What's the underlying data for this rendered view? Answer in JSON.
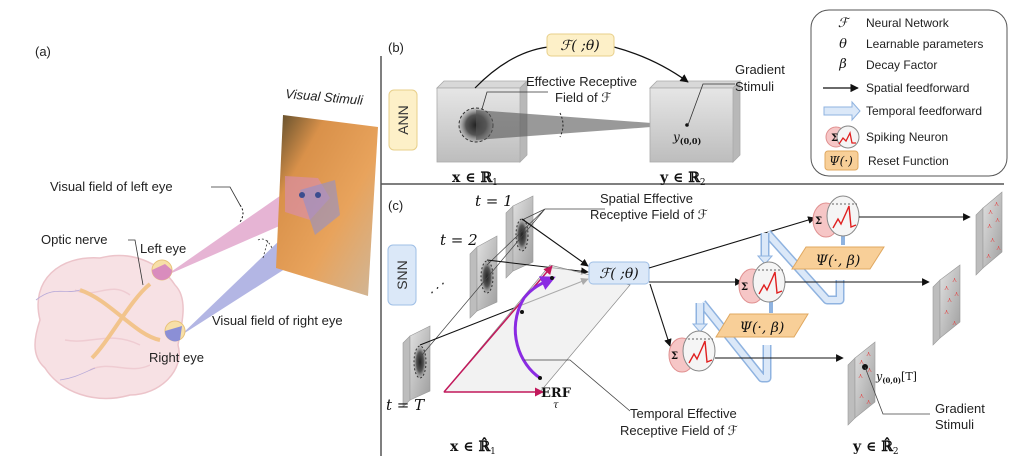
{
  "panels": {
    "a": {
      "label": "(a)",
      "visual_stimuli": "Visual Stimuli",
      "visual_field_left": "Visual field of left eye",
      "visual_field_right": "Visual field of right eye",
      "optic_nerve": "Optic nerve",
      "left_eye": "Left eye",
      "right_eye": "Right eye"
    },
    "b": {
      "label": "(b)",
      "row_tag": "ANN",
      "function": "ℱ( ;θ)",
      "erf_line1": "Effective Receptive",
      "erf_line2": "Field of ℱ",
      "gradient_line1": "Gradient",
      "gradient_line2": "Stimuli",
      "output_point": "y",
      "output_point_sub": "(0,0)",
      "input_space": "x ∈ ℝ",
      "input_space_sub": "1",
      "output_space": "y ∈ ℝ",
      "output_space_sub": "2"
    },
    "c": {
      "label": "(c)",
      "row_tag": "SNN",
      "t1": "t = 1",
      "t2": "t = 2",
      "tT": "t = T",
      "dots": "⋰",
      "function": "ℱ( ;θ)",
      "spatial_erf_line1": "Spatial Effective",
      "spatial_erf_line2": "Receptive Field of ℱ",
      "temporal_erf_line1": "Temporal Effective",
      "temporal_erf_line2": "Receptive Field of ℱ",
      "erf_label": "ERF",
      "erf_sub": "τ",
      "reset_fn": "Ψ(·, β)",
      "sigma": "Σ",
      "output_point": "y",
      "output_point_sub": "(0,0)",
      "output_point_suffix": "[T]",
      "gradient_line1": "Gradient",
      "gradient_line2": "Stimuli",
      "input_space": "x ∈ ℝ̂",
      "input_space_sub": "1",
      "output_space": "y ∈ ℝ̂",
      "output_space_sub": "2"
    }
  },
  "legend": {
    "items": [
      {
        "symbol": "ℱ",
        "label": "Neural Network"
      },
      {
        "symbol": "θ",
        "label": "Learnable parameters"
      },
      {
        "symbol": "β",
        "label": "Decay Factor"
      },
      {
        "symbol": "arrow-icon",
        "label": "Spatial feedforward"
      },
      {
        "symbol": "hollow-arrow-icon",
        "label": "Temporal feedforward"
      },
      {
        "symbol": "spiking-neuron-icon",
        "label": "Spiking Neuron"
      },
      {
        "symbol": "Ψ(·)",
        "label": "Reset Function"
      }
    ]
  },
  "colors": {
    "ann_tag": "#fdf0c8",
    "ann_tag_border": "#e8cf8a",
    "snn_tag": "#dbe8f8",
    "snn_tag_border": "#9fbfe6",
    "reset_fn": "#f8cf98",
    "reset_fn_border": "#e0a860",
    "left_field": "#d98cbd",
    "right_field": "#8b8fd6",
    "spike": "#e02020",
    "temporal_arrow": "#a9c7ef",
    "erf_triangle": "#c2185b",
    "erf_curve": "#8a2be2"
  }
}
